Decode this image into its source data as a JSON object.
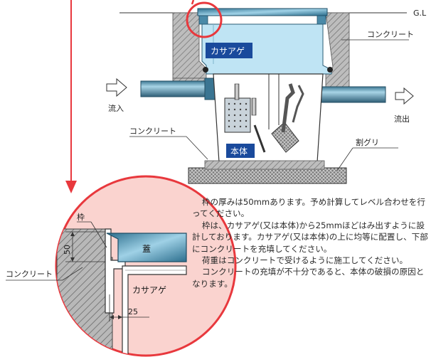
{
  "labels": {
    "gl": "G.L",
    "concrete_top": "コンクリート",
    "kasaage": "カサアゲ",
    "inflow": "流入",
    "outflow": "流出",
    "concrete_left": "コンクリート",
    "body": "本体",
    "wari_guri": "割グリ"
  },
  "detail": {
    "frame": "枠",
    "lid": "蓋",
    "dim_50": "50",
    "dim_25": "25",
    "concrete": "コンクリート",
    "kasaage": "カサアゲ"
  },
  "notes": [
    "枠の厚みは50mmあります。予め計算してレベル合わせを行ってください。",
    "枠は、カサアゲ(又は本体)から25mmほどはみ出すように設計しております。カサアゲ(又は本体)の上に均等に配置し、下部にコンクリートを充填してください。",
    "荷重はコンクリートで受けるように施工してください。",
    "コンクリートの充填が不十分であると、本体の破損の原因となります。"
  ],
  "colors": {
    "accent_red": "#e8383d",
    "pink_fill": "#fad3cf",
    "label_blue": "#1a4a9c",
    "tank_blue": "#bfe4f4",
    "pipe_blue": "#4f8aa6"
  }
}
